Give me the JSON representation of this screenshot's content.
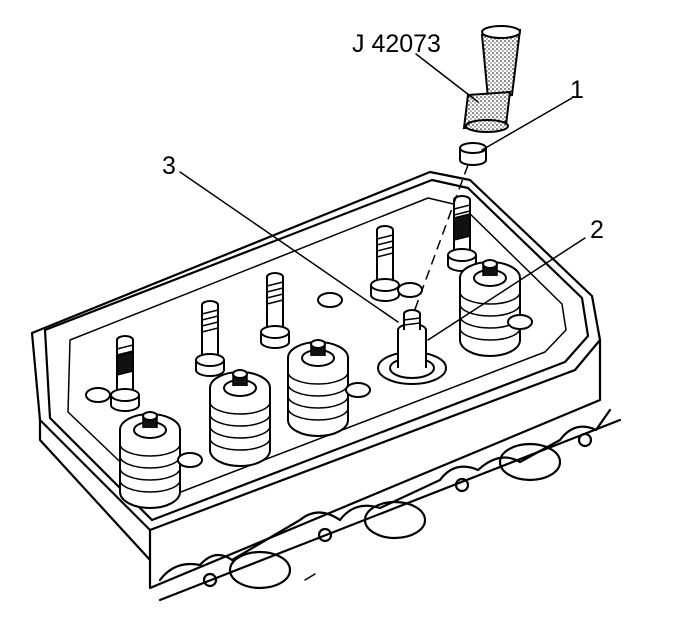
{
  "callouts": {
    "tool": "J 42073",
    "label_1": "1",
    "label_2": "2",
    "label_3": "3"
  },
  "colors": {
    "ink": "#000000",
    "background": "#ffffff"
  }
}
